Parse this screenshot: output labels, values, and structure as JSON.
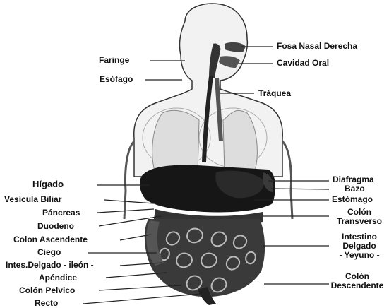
{
  "labels_left": {
    "faringe": "Faringe",
    "esofago": "Esófago",
    "higado": "Hígado",
    "vesicula": "Vesícula Biliar",
    "pancreas": "Páncreas",
    "duodeno": "Duodeno",
    "colon_ascendente": "Colon Ascendente",
    "ciego": "Ciego",
    "ileon": "Intes.Delgado - ileón -",
    "apendice": "Apéndice",
    "colon_pelvico": "Colón Pelvico",
    "recto": "Recto"
  },
  "labels_right": {
    "fosa_nasal": "Fosa Nasal Derecha",
    "cavidad_oral": "Cavidad Oral",
    "traquea": "Tráquea",
    "diafragma": "Diafragma",
    "bazo": "Bazo",
    "estomago": "Estómago",
    "colon_transverso_1": "Colón",
    "colon_transverso_2": "Transverso",
    "yeyuno_1": "Intestino",
    "yeyuno_2": "Delgado",
    "yeyuno_3": "- Yeyuno -",
    "colon_descendente_1": "Colón",
    "colon_descendente_2": "Descendente"
  }
}
